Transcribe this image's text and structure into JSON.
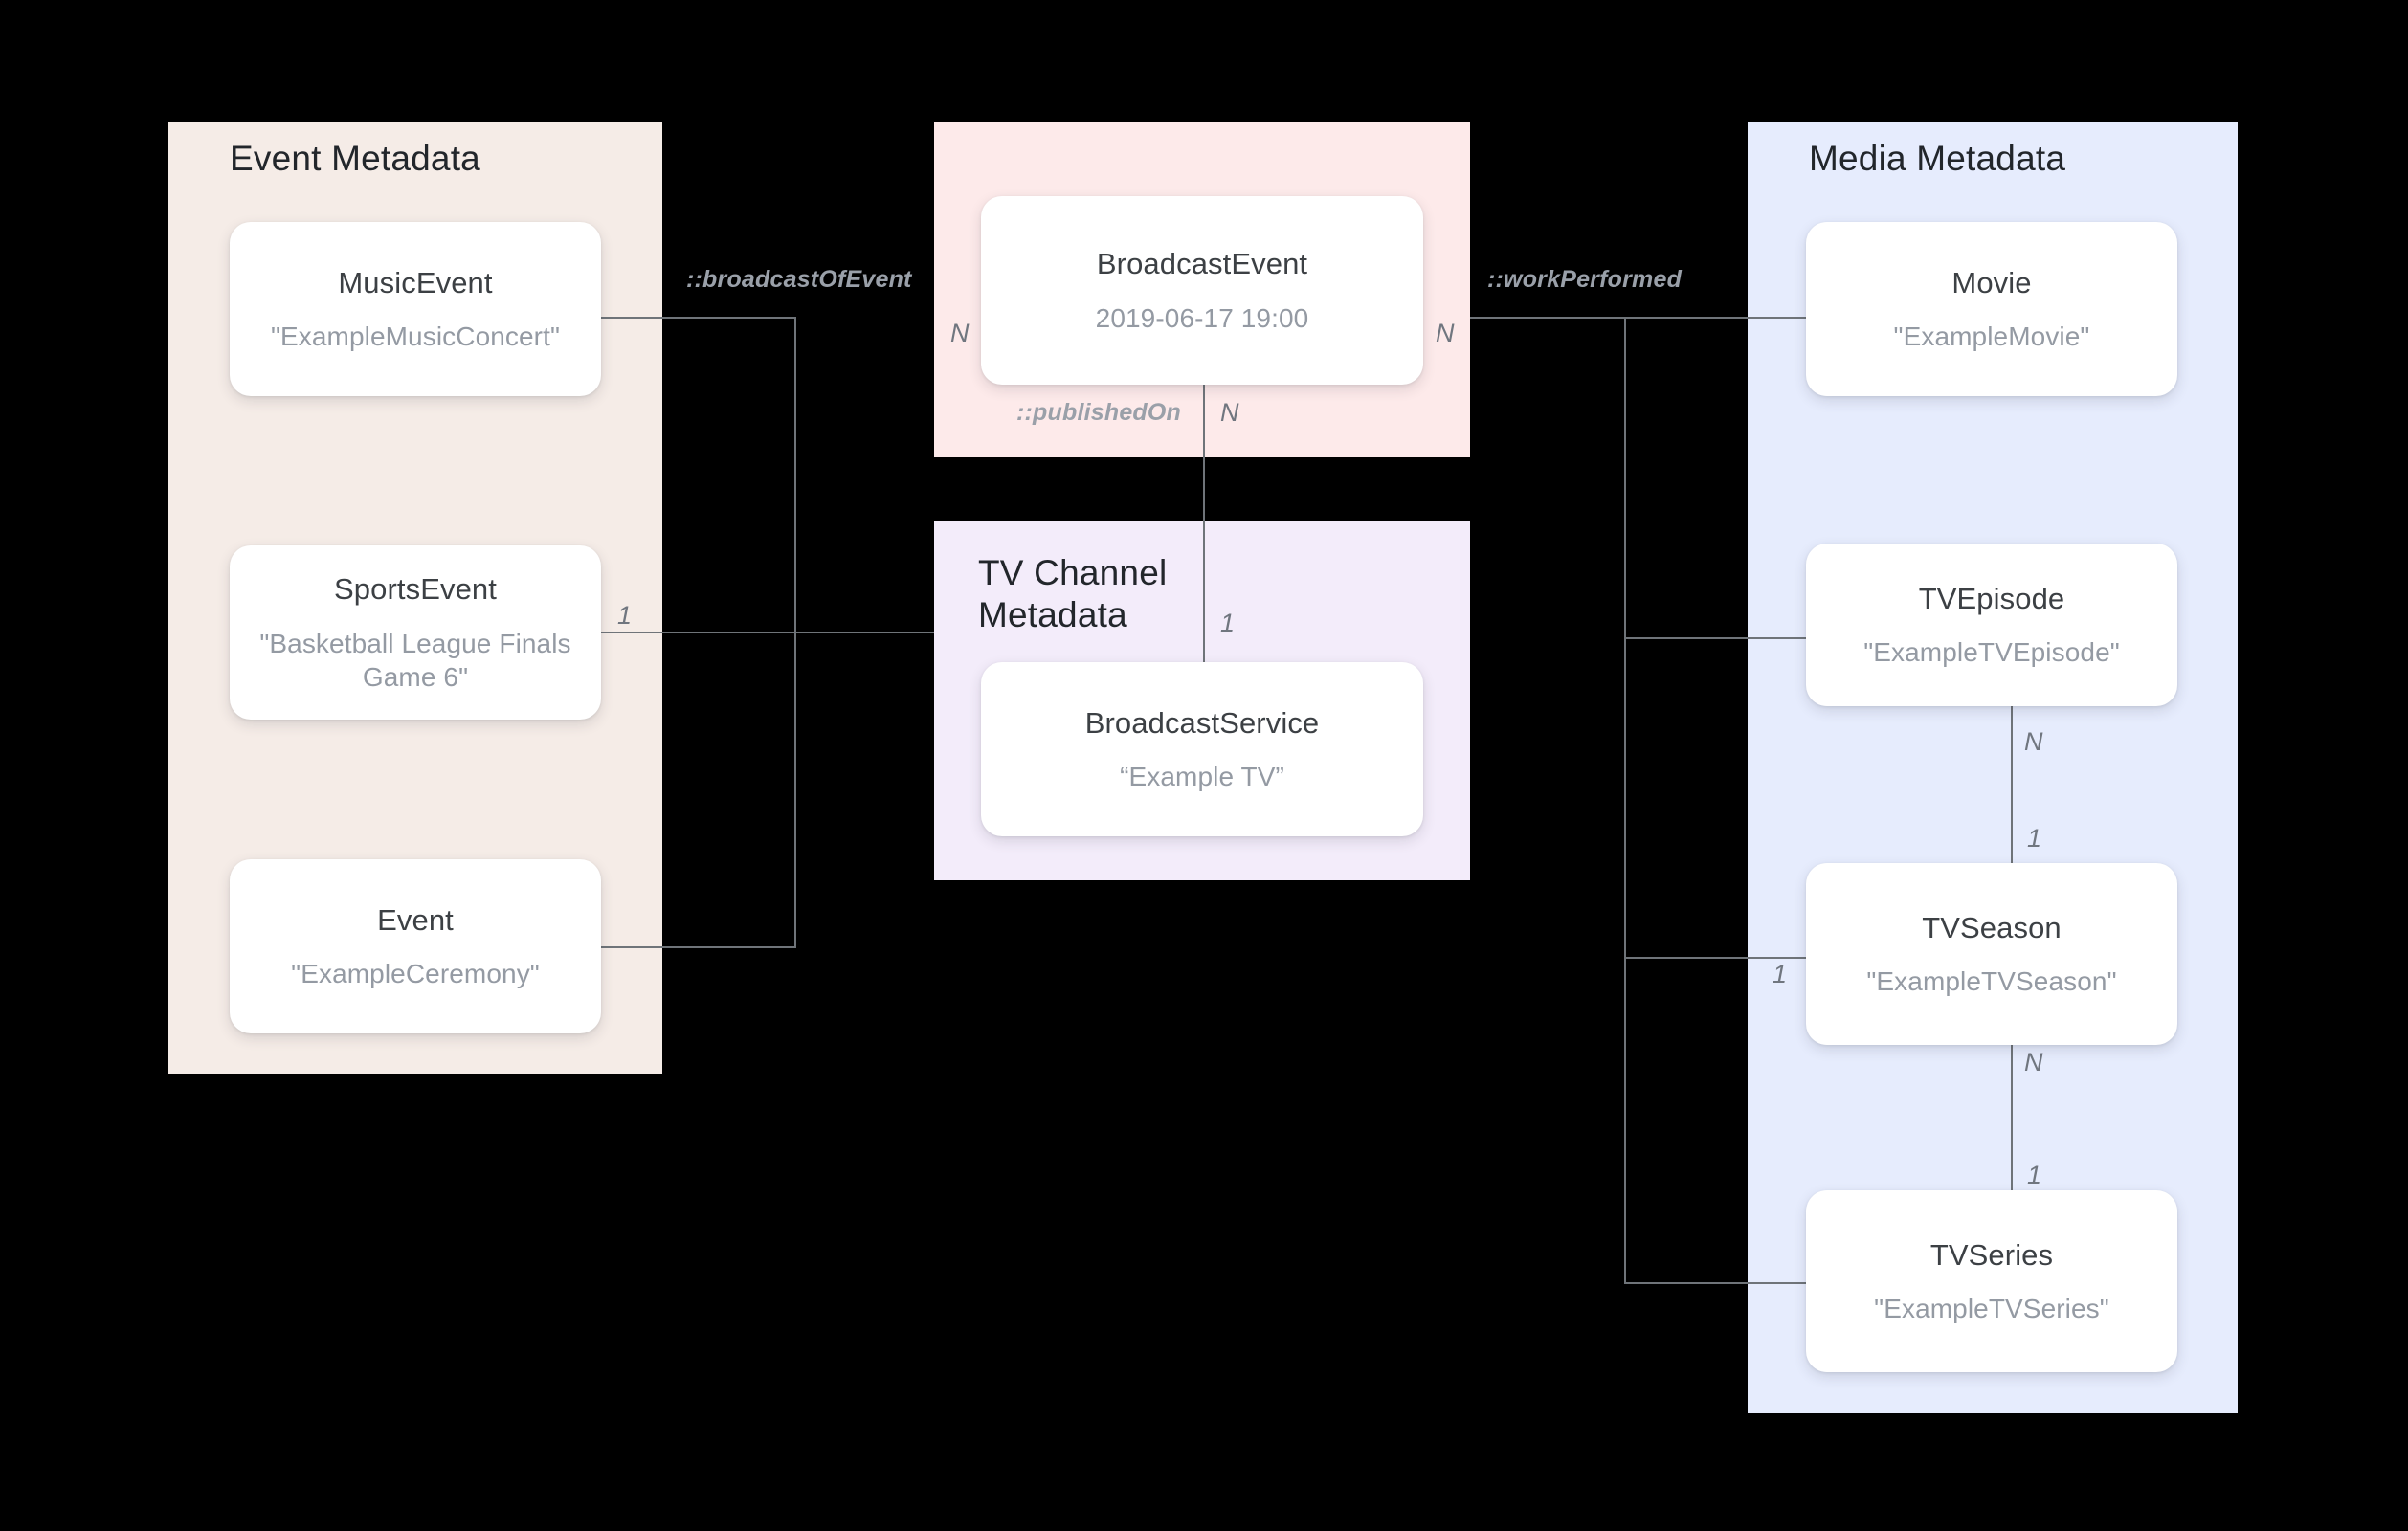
{
  "diagram": {
    "title": "Broadcast metadata entity relationship diagram",
    "background": "#000000",
    "edge_color": "#6f7479"
  },
  "groups": [
    {
      "id": "event-metadata",
      "label": "Event Metadata",
      "color": "#f5ece7",
      "nodes": [
        {
          "id": "music-event",
          "title": "MusicEvent",
          "value": "\"ExampleMusicConcert\""
        },
        {
          "id": "sports-event",
          "title": "SportsEvent",
          "value": "\"Basketball League Finals Game 6\""
        },
        {
          "id": "event",
          "title": "Event",
          "value": "\"ExampleCeremony\""
        }
      ]
    },
    {
      "id": "broadcast-group",
      "label": "",
      "color": "#fdeaea",
      "nodes": [
        {
          "id": "broadcast-event",
          "title": "BroadcastEvent",
          "value": "2019-06-17 19:00"
        }
      ]
    },
    {
      "id": "tv-channel-metadata",
      "label": "TV Channel\nMetadata",
      "color": "#f3ecfa",
      "nodes": [
        {
          "id": "broadcast-service",
          "title": "BroadcastService",
          "value": "“Example TV”"
        }
      ]
    },
    {
      "id": "media-metadata",
      "label": "Media Metadata",
      "color": "#e6ecfd",
      "nodes": [
        {
          "id": "movie",
          "title": "Movie",
          "value": "\"ExampleMovie\""
        },
        {
          "id": "tv-episode",
          "title": "TVEpisode",
          "value": "\"ExampleTVEpisode\""
        },
        {
          "id": "tv-season",
          "title": "TVSeason",
          "value": "\"ExampleTVSeason\""
        },
        {
          "id": "tv-series",
          "title": "TVSeries",
          "value": "\"ExampleTVSeries\""
        }
      ]
    }
  ],
  "relationships": [
    {
      "id": "broadcast-of-event",
      "label": "::broadcastOfEvent"
    },
    {
      "id": "published-on",
      "label": "::publishedOn"
    },
    {
      "id": "work-performed",
      "label": "::workPerformed"
    }
  ],
  "cardinalities": {
    "sports_event_left": "1",
    "broadcast_event_left": "N",
    "broadcast_event_right": "N",
    "broadcast_event_bottom": "N",
    "broadcast_service_top": "1",
    "tv_episode_bottom": "N",
    "tv_season_top": "1",
    "tv_season_left": "1",
    "tv_season_bottom": "N",
    "tv_series_top": "1"
  }
}
